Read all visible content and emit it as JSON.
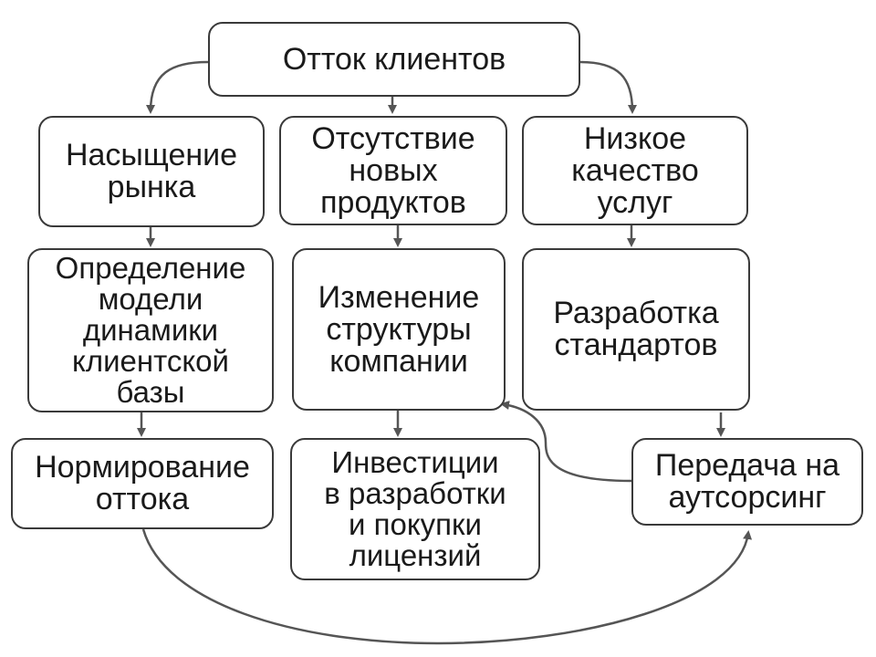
{
  "diagram": {
    "root": "Отток клиентов",
    "causes": [
      "Насыщение\nрынка",
      "Отсутствие\nновых\nпродуктов",
      "Низкое\nкачество\nуслуг"
    ],
    "measures": [
      "Определение\nмодели\nдинамики\nклиентской\nбазы",
      "Изменение\nструктуры\nкомпании",
      "Разработка\nстандартов"
    ],
    "actions": [
      "Нормирование\nоттока",
      "Инвестиции\nв разработки\nи покупки\nлицензий",
      "Передача на\nаутсорсинг"
    ]
  },
  "colors": {
    "border": "#3a3a3a",
    "connector": "#555555",
    "text": "#1a1a1a",
    "background": "#ffffff"
  }
}
